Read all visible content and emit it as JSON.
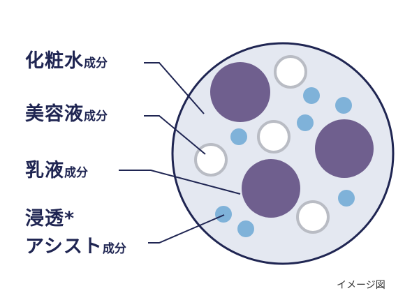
{
  "labels": [
    {
      "big": "化粧水",
      "small": "成分"
    },
    {
      "big": "美容液",
      "small": "成分"
    },
    {
      "big": "乳液",
      "small": "成分"
    },
    {
      "line1": "浸透*",
      "big": "アシスト",
      "small": "成分"
    }
  ],
  "caption": "イメージ図",
  "colors": {
    "text": "#1f2552",
    "circle_fill": "#e4e8f1",
    "circle_stroke": "#1f2552",
    "lotion_particle": "#6f5f8e",
    "serum_particle_fill": "#ffffff",
    "serum_particle_ring": "#b9bcc4",
    "penetration_particle": "#7fb2d9"
  }
}
